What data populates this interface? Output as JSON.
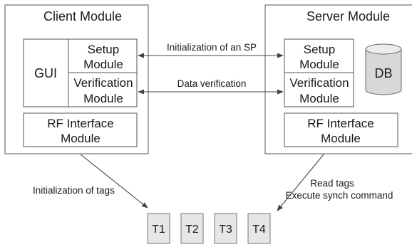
{
  "client": {
    "title": "Client Module",
    "gui": "GUI",
    "setup": [
      "Setup",
      "Module"
    ],
    "verification": [
      "Verification",
      "Module"
    ],
    "rf": [
      "RF Interface",
      "Module"
    ]
  },
  "server": {
    "title": "Server Module",
    "setup": [
      "Setup",
      "Module"
    ],
    "verification": [
      "Verification",
      "Module"
    ],
    "db": "DB",
    "rf": [
      "RF Interface",
      "Module"
    ]
  },
  "links": {
    "init_sp": "Initialization of an SP",
    "data_verification": "Data verification",
    "init_tags": "Initialization of tags",
    "read_tags": "Read tags",
    "exec_synch": "Execute synch command"
  },
  "tags": [
    "T1",
    "T2",
    "T3",
    "T4"
  ]
}
